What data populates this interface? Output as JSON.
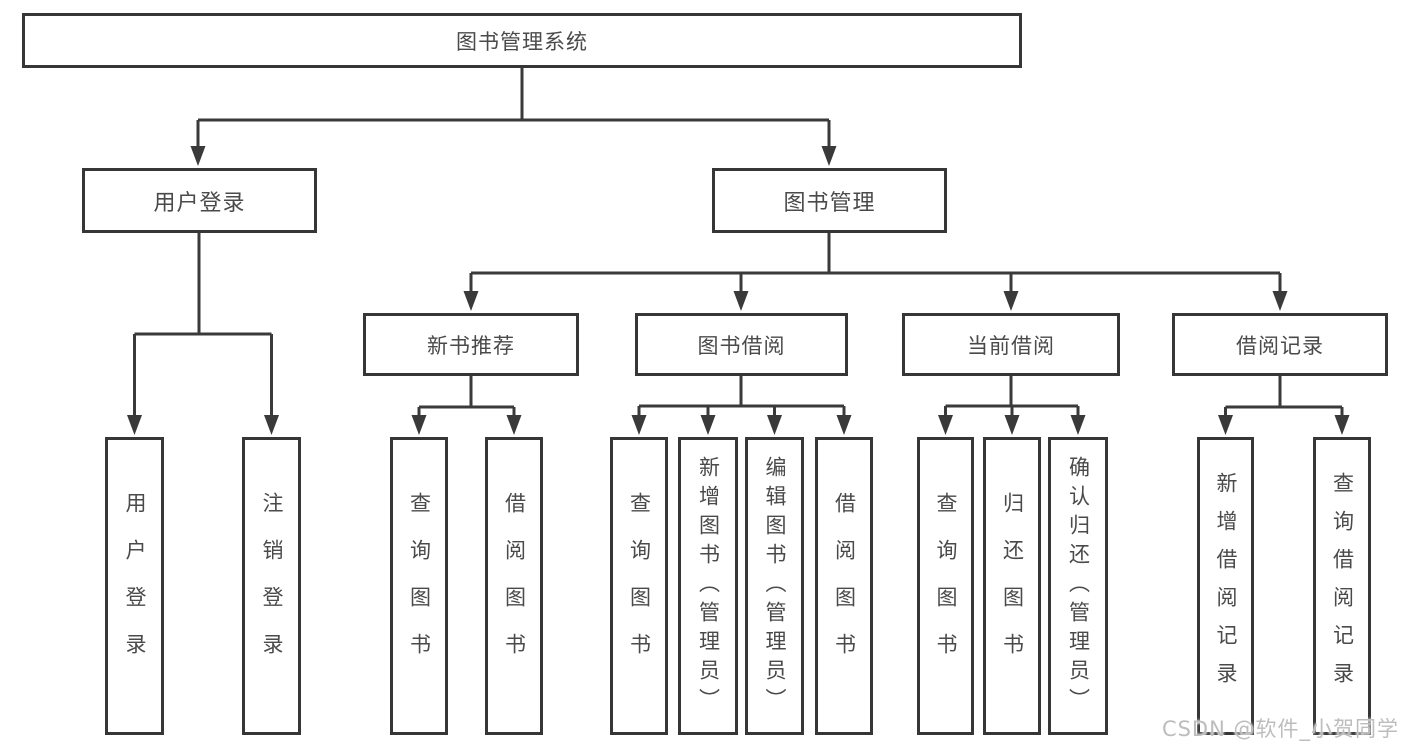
{
  "diagram": {
    "title": "图书管理系统",
    "tree": {
      "label": "图书管理系统",
      "children": [
        {
          "label": "用户登录",
          "children": [
            {
              "label": "用户登录"
            },
            {
              "label": "注销登录"
            }
          ]
        },
        {
          "label": "图书管理",
          "children": [
            {
              "label": "新书推荐",
              "children": [
                {
                  "label": "查询图书"
                },
                {
                  "label": "借阅图书"
                }
              ]
            },
            {
              "label": "图书借阅",
              "children": [
                {
                  "label": "查询图书"
                },
                {
                  "label": "新增图书（管理员）"
                },
                {
                  "label": "编辑图书（管理员）"
                },
                {
                  "label": "借阅图书"
                }
              ]
            },
            {
              "label": "当前借阅",
              "children": [
                {
                  "label": "查询图书"
                },
                {
                  "label": "归还图书"
                },
                {
                  "label": "确认归还（管理员）"
                }
              ]
            },
            {
              "label": "借阅记录",
              "children": [
                {
                  "label": "新增借阅记录"
                },
                {
                  "label": "查询借阅记录"
                }
              ]
            }
          ]
        }
      ]
    },
    "watermark": "CSDN @软件_小贺同学",
    "colors": {
      "line": "#3a3a3a",
      "box_border": "#363636",
      "text": "#4a4a4a",
      "watermark": "#bdbdbd",
      "background": "#ffffff"
    }
  }
}
